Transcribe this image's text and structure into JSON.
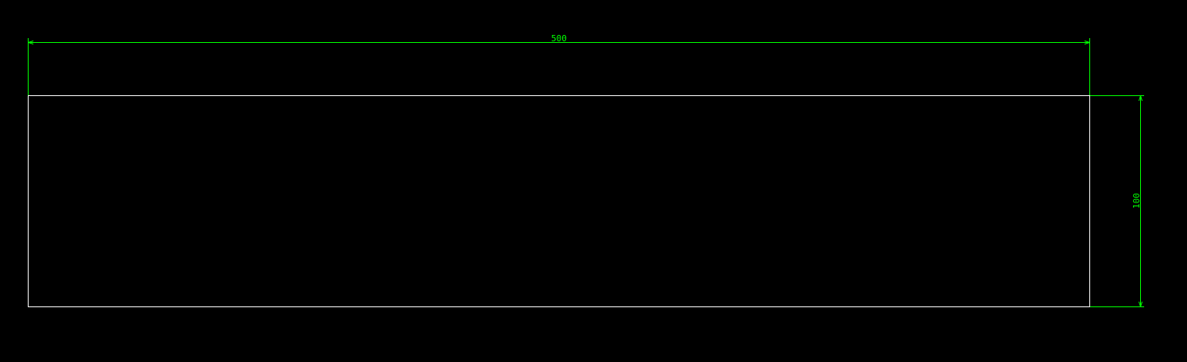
{
  "colors": {
    "background": "#000000",
    "outline": "#ffffff",
    "dimension": "#00ff00"
  },
  "drawing": {
    "rectangle": {
      "width": 500,
      "height": 100
    },
    "dimensions": {
      "width_label": "500",
      "height_label": "100"
    }
  }
}
